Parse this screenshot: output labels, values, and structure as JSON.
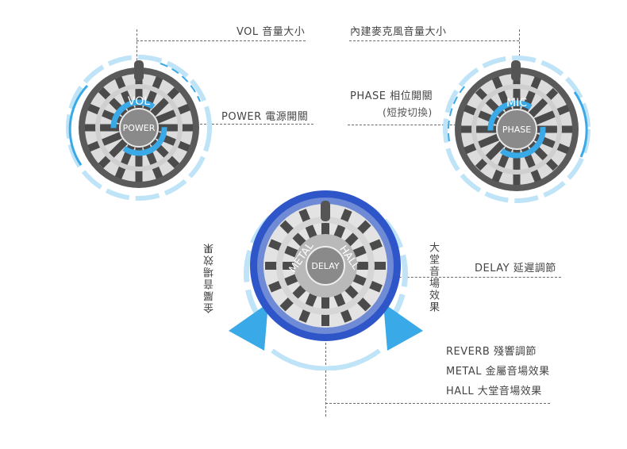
{
  "labels": {
    "vol": "VOL 音量大小",
    "mic_volume": "內建麥克風音量大小",
    "phase": "PHASE 相位開關",
    "phase_sub": "(短按切換)",
    "power": "POWER 電源開關",
    "delay": "DELAY 延遲調節",
    "metal_side": "金屬音場效果",
    "hall_side": "大堂音場效果",
    "reverb": "REVERB 殘響調節",
    "metal": "METAL 金屬音場效果",
    "hall": "HALL 大堂音場效果"
  },
  "knobs": {
    "vol": {
      "arc_text": "VOL",
      "button_text": "POWER"
    },
    "mic": {
      "arc_text": "MIC",
      "button_text": "PHASE"
    },
    "reverb": {
      "arc_left": "METAL",
      "arc_right": "HALL",
      "button_text": "DELAY"
    }
  },
  "colors": {
    "accent_blue": "#3aa9e8",
    "light_blue": "#bfe3f7",
    "deep_blue": "#2f56c9",
    "knob_dark": "#555555",
    "line": "#6b6b6b"
  }
}
